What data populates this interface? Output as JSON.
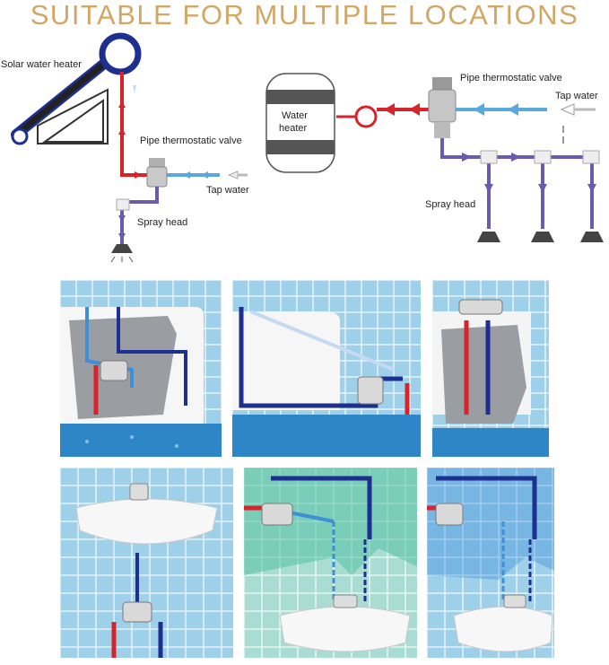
{
  "title": "SUITABLE FOR MULTIPLE LOCATIONS",
  "diagram_left": {
    "solar_label": "Solar water heater",
    "valve_label": "Pipe thermostatic valve",
    "tap_label": "Tap water",
    "spray_label": "Spray head"
  },
  "diagram_right": {
    "heater_label_line1": "Water",
    "heater_label_line2": "heater",
    "valve_label": "Pipe thermostatic valve",
    "tap_label": "Tap water",
    "spray_label": "Spray head"
  },
  "colors": {
    "title": "#d2a765",
    "hot_pipe": "#d8232a",
    "cold_pipe": "#5aa9dc",
    "mixed_pipe": "#6a5bb0",
    "tile_blue": "#9fd0ea",
    "tile_green": "#a9dcd3",
    "floor_blue": "#2f86c6",
    "pipe_blue": "#1d2f8f"
  }
}
